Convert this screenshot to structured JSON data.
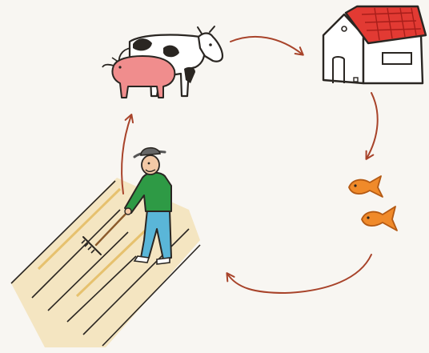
{
  "diagram": {
    "nodes": [
      {
        "id": "animals",
        "icon": "cow-and-pig-icon",
        "depicts": [
          "cow",
          "pig"
        ]
      },
      {
        "id": "barn",
        "icon": "barn-icon",
        "depicts": [
          "barn"
        ]
      },
      {
        "id": "fish",
        "icon": "fish-icon",
        "depicts": [
          "fish",
          "fish"
        ]
      },
      {
        "id": "farmer",
        "icon": "farmer-icon",
        "depicts": [
          "farmer",
          "rake",
          "plowed field"
        ]
      }
    ],
    "edges": [
      {
        "from": "animals",
        "to": "barn"
      },
      {
        "from": "barn",
        "to": "fish"
      },
      {
        "from": "fish",
        "to": "farmer"
      },
      {
        "from": "farmer",
        "to": "animals"
      }
    ],
    "colors": {
      "arrow": "#a8432a",
      "roof": "#e23a33",
      "pig": "#f08d8d",
      "shirt": "#2e9a45",
      "pants": "#5ab6d8",
      "fish": "#f08a2a",
      "field": "#e8c98a",
      "ink": "#2a2622"
    }
  }
}
